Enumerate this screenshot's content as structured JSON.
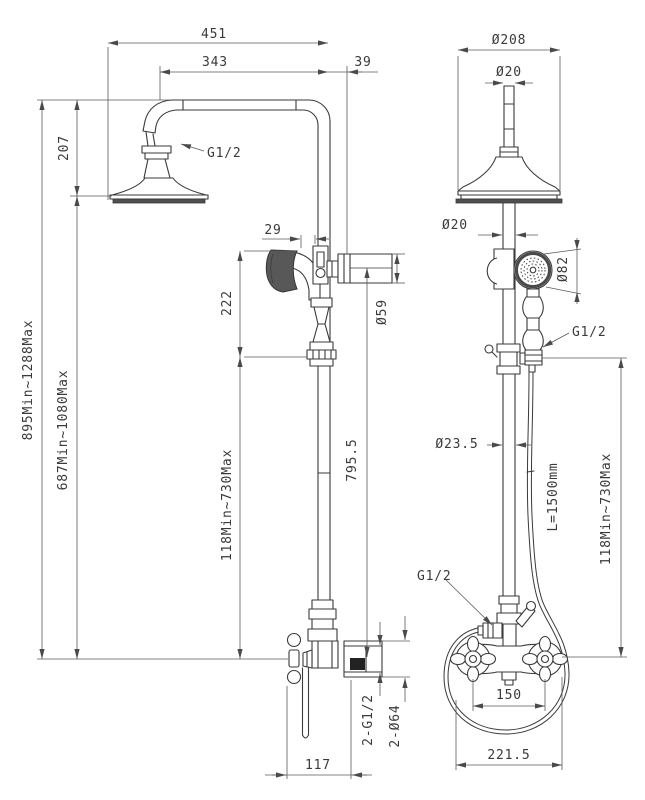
{
  "colors": {
    "line": "#3a3a3a",
    "dimension": "#5a5a5a",
    "dark_fill": "#4f4f4f",
    "background": "#ffffff"
  },
  "side_view": {
    "overall_width": "451",
    "arm_reach": "343",
    "wall_offset": "39",
    "head_drop": "207",
    "overall_height": "895Min~1288Max",
    "body_height": "687Min~1080Max",
    "holder_offset": "29",
    "upper_section": "222",
    "lower_adjust": "118Min~730Max",
    "wall_drop": "795.5",
    "bracket_diameter": "Ø59",
    "head_thread": "G1/2",
    "spout_to_wall": "117",
    "inlet_threads": "2-G1/2",
    "inlet_escutcheons": "2-Ø64"
  },
  "front_view": {
    "head_diameter": "Ø208",
    "top_pipe_diameter": "Ø20",
    "riser_diameter": "Ø20",
    "handshower_diameter": "Ø82",
    "handshower_thread": "G1/2",
    "rail_diameter": "Ø23.5",
    "hose_length": "L=1500mm",
    "lower_adjust": "118Min~730Max",
    "hose_thread": "G1/2",
    "handle_spacing": "150",
    "valve_width": "221.5"
  }
}
